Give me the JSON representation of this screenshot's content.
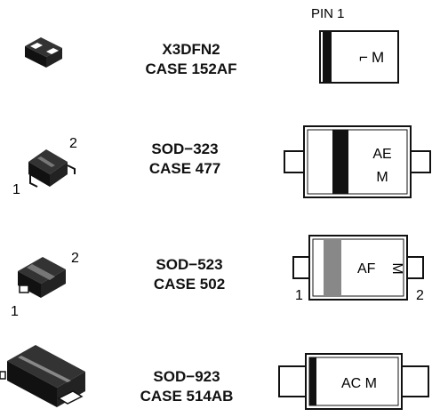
{
  "packages": [
    {
      "case_name": "X3DFN2",
      "case_number": "CASE 152AF",
      "pin_label": "PIN 1",
      "marking_line1": "M",
      "marking_glyph": "⌐",
      "pin_numbers": []
    },
    {
      "case_name": "SOD−323",
      "case_number": "CASE 477",
      "marking_line1": "AE",
      "marking_line2": "M",
      "pin_numbers": [
        "1",
        "2"
      ]
    },
    {
      "case_name": "SOD−523",
      "case_number": "CASE 502",
      "marking_line1": "AF",
      "marking_line2": "M",
      "pin_numbers": [
        "1",
        "2"
      ],
      "side_pin_numbers": [
        "1",
        "2"
      ]
    },
    {
      "case_name": "SOD−923",
      "case_number": "CASE 514AB",
      "marking_line1": "AC M",
      "pin_numbers": []
    }
  ]
}
